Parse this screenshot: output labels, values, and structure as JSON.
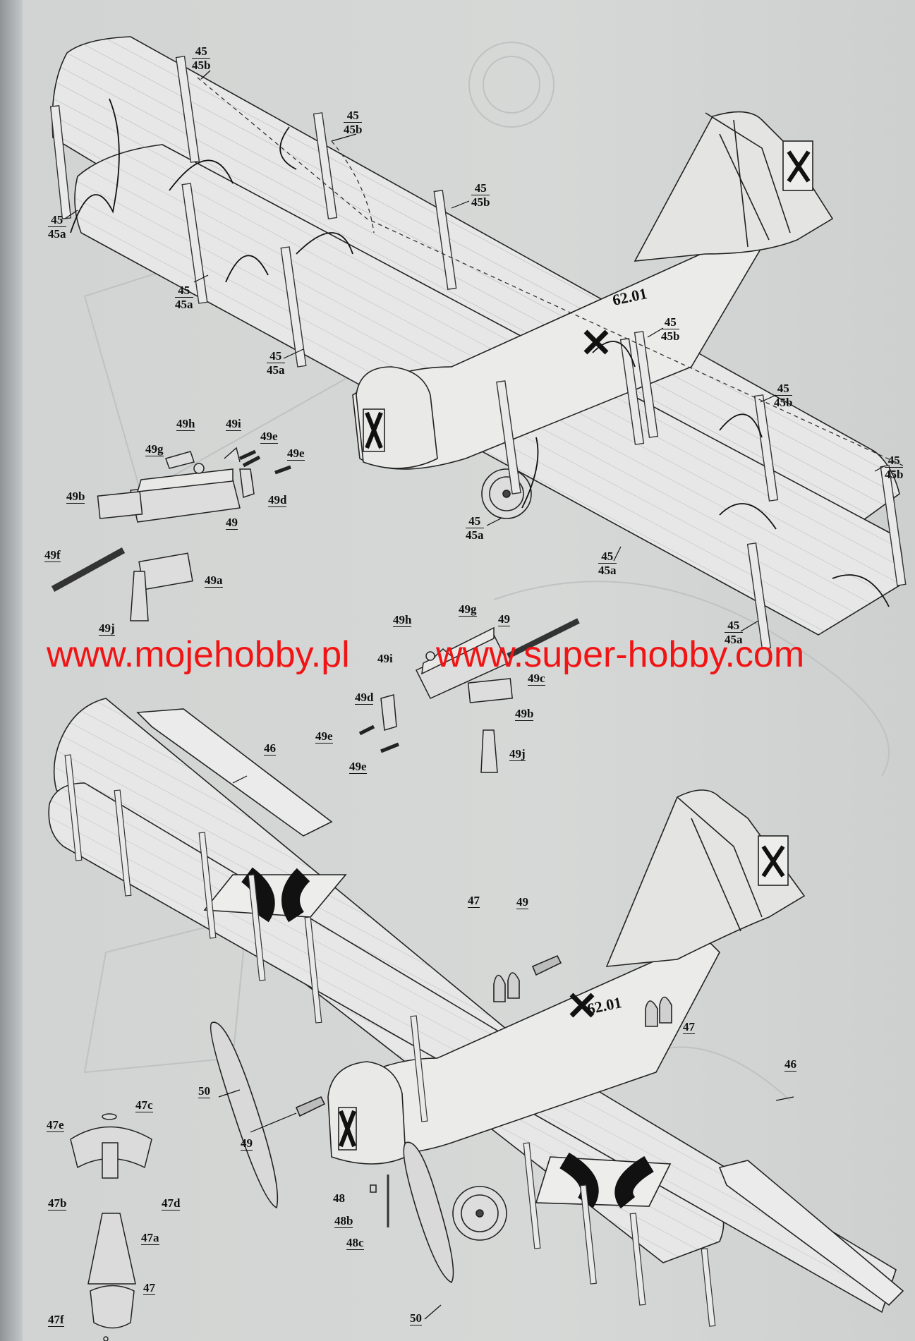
{
  "watermarks": {
    "left": "www.mojehobby.pl",
    "right": "www.super-hobby.com"
  },
  "aircraft_codes": {
    "top": "62.01",
    "bottom": "62.01"
  },
  "callouts": {
    "c45_1": {
      "top": "45",
      "bot": "45b"
    },
    "c45_2": {
      "top": "45",
      "bot": "45b"
    },
    "c45_3": {
      "top": "45",
      "bot": "45b"
    },
    "c45_4": {
      "top": "45",
      "bot": "45b"
    },
    "c45_5": {
      "top": "45",
      "bot": "45b"
    },
    "c45_6": {
      "top": "45",
      "bot": "45b"
    },
    "c45a_1": {
      "top": "45",
      "bot": "45a"
    },
    "c45a_2": {
      "top": "45",
      "bot": "45a"
    },
    "c45a_3": {
      "top": "45",
      "bot": "45a"
    },
    "c45a_4": {
      "top": "45",
      "bot": "45a"
    },
    "c45a_5": {
      "top": "45",
      "bot": "45a"
    },
    "c45a_6": {
      "top": "45",
      "bot": "45a"
    }
  },
  "labels": {
    "p49h_1": "49h",
    "p49i_1": "49i",
    "p49g_1": "49g",
    "p49e_1": "49e",
    "p49e_2": "49e",
    "p49b_1": "49b",
    "p49d_1": "49d",
    "p49_1": "49",
    "p49f": "49f",
    "p49a": "49a",
    "p49j_1": "49j",
    "p49h_2": "49h",
    "p49g_2": "49g",
    "p49_2": "49",
    "p49i_2": "49i",
    "p49c": "49c",
    "p49d_2": "49d",
    "p49b_2": "49b",
    "p49e_3": "49e",
    "p49e_4": "49e",
    "p49j_2": "49j",
    "p46_1": "46",
    "p46_2": "46",
    "p47_1": "47",
    "p49_3": "49",
    "p47_2": "47",
    "p50_1": "50",
    "p49_4": "49",
    "p50_2": "50",
    "p48": "48",
    "p48b": "48b",
    "p48c": "48c",
    "p47c": "47c",
    "p47e": "47e",
    "p47b": "47b",
    "p47d": "47d",
    "p47a": "47a",
    "p47_3": "47",
    "p47f": "47f"
  },
  "colors": {
    "watermark": "#f01414",
    "ink": "#111111",
    "paper": "#d4d6d5"
  }
}
